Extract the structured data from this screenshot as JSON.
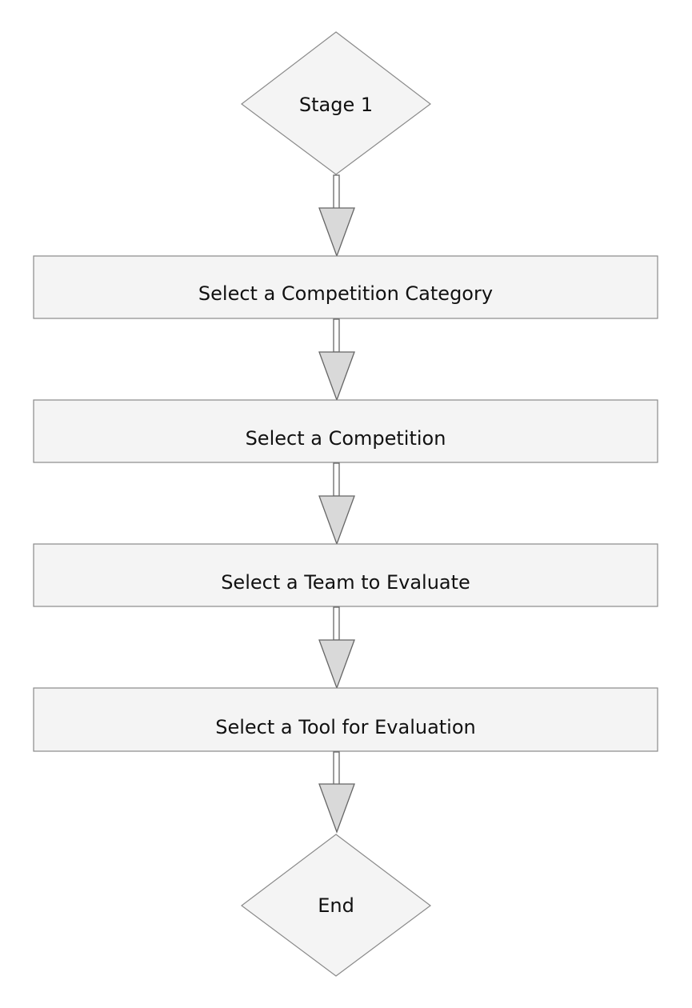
{
  "flowchart": {
    "start": {
      "label": "Stage 1",
      "shape": "diamond"
    },
    "steps": [
      {
        "label": "Select a Competition Category",
        "shape": "rectangle"
      },
      {
        "label": "Select a Competition",
        "shape": "rectangle"
      },
      {
        "label": "Select a Team to Evaluate",
        "shape": "rectangle"
      },
      {
        "label": "Select a Tool for Evaluation",
        "shape": "rectangle"
      }
    ],
    "end": {
      "label": "End",
      "shape": "diamond"
    }
  },
  "colors": {
    "node_fill": "#f4f4f4",
    "node_stroke": "#8a8a8a",
    "arrow_fill": "#d9d9d9",
    "arrow_stroke": "#666666",
    "text": "#111111"
  }
}
